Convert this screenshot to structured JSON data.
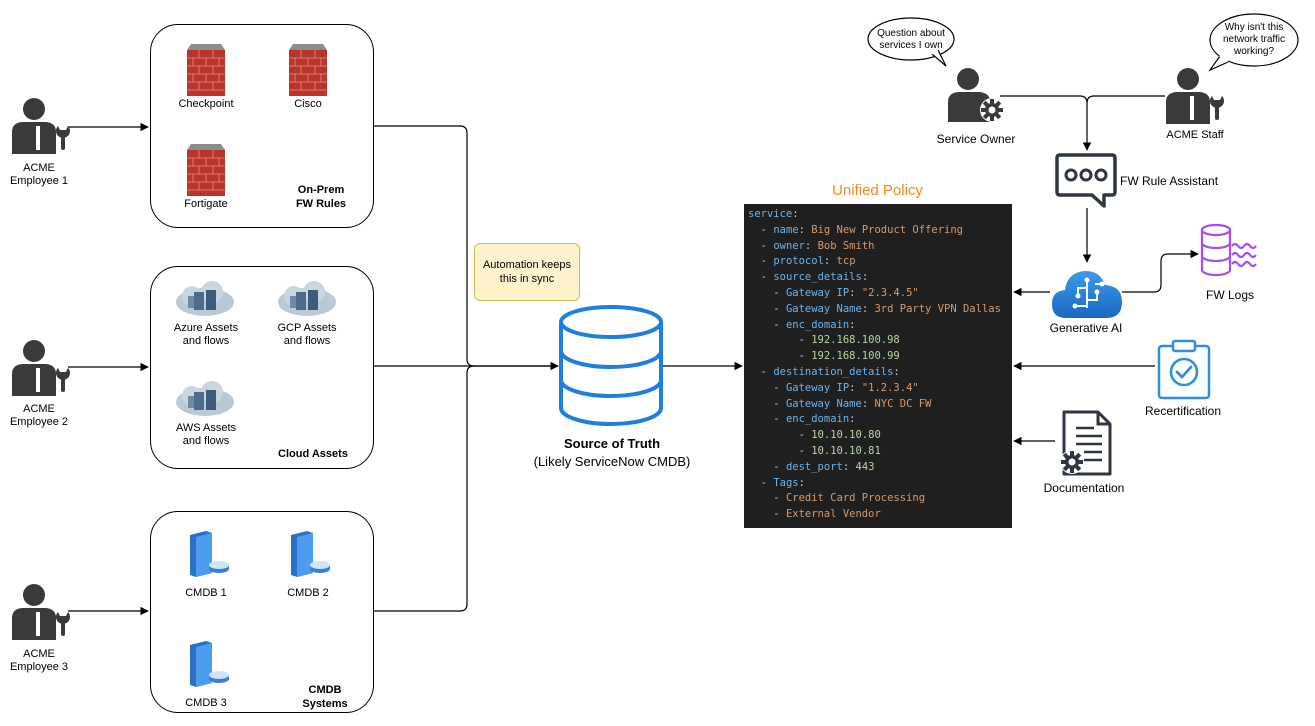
{
  "employees": [
    {
      "name_line1": "ACME",
      "name_line2": "Employee 1"
    },
    {
      "name_line1": "ACME",
      "name_line2": "Employee 2"
    },
    {
      "name_line1": "ACME",
      "name_line2": "Employee 3"
    }
  ],
  "onprem": {
    "title_line1": "On-Prem",
    "title_line2": "FW Rules",
    "items": [
      "Checkpoint",
      "Cisco",
      "Fortigate"
    ]
  },
  "cloud": {
    "title": "Cloud Assets",
    "items": [
      {
        "line1": "Azure Assets",
        "line2": "and flows"
      },
      {
        "line1": "GCP Assets",
        "line2": "and flows"
      },
      {
        "line1": "AWS Assets",
        "line2": "and flows"
      }
    ]
  },
  "cmdb": {
    "title_line1": "CMDB",
    "title_line2": "Systems",
    "items": [
      "CMDB 1",
      "CMDB 2",
      "CMDB 3"
    ]
  },
  "note": {
    "line1": "Automation keeps",
    "line2": "this in sync"
  },
  "source_of_truth": {
    "title": "Source of Truth",
    "subtitle": "(Likely ServiceNow CMDB)"
  },
  "policy": {
    "title": "Unified Policy",
    "lines": [
      {
        "key": "service",
        "sep": ":"
      },
      {
        "indent": "  ",
        "dash": "- ",
        "key": "name",
        "sep": ": ",
        "val": "Big New Product Offering",
        "vtype": "s"
      },
      {
        "indent": "  ",
        "dash": "- ",
        "key": "owner",
        "sep": ": ",
        "val": "Bob Smith",
        "vtype": "s"
      },
      {
        "indent": "  ",
        "dash": "- ",
        "key": "protocol",
        "sep": ": ",
        "val": "tcp",
        "vtype": "s"
      },
      {
        "indent": "  ",
        "dash": "- ",
        "key": "source_details",
        "sep": ":"
      },
      {
        "indent": "    ",
        "dash": "- ",
        "key": "Gateway IP",
        "sep": ": ",
        "val": "\"2.3.4.5\"",
        "vtype": "s"
      },
      {
        "indent": "    ",
        "dash": "- ",
        "key": "Gateway Name",
        "sep": ": ",
        "val": "3rd Party VPN Dallas",
        "vtype": "s"
      },
      {
        "indent": "    ",
        "dash": "- ",
        "key": "enc_domain",
        "sep": ":"
      },
      {
        "indent": "        ",
        "dash": "- ",
        "val": "192.168.100.98",
        "vtype": "n"
      },
      {
        "indent": "        ",
        "dash": "- ",
        "val": "192.168.100.99",
        "vtype": "n"
      },
      {
        "indent": "  ",
        "dash": "- ",
        "key": "destination_details",
        "sep": ":"
      },
      {
        "indent": "    ",
        "dash": "- ",
        "key": "Gateway IP",
        "sep": ": ",
        "val": "\"1.2.3.4\"",
        "vtype": "s"
      },
      {
        "indent": "    ",
        "dash": "- ",
        "key": "Gateway Name",
        "sep": ": ",
        "val": "NYC DC FW",
        "vtype": "s"
      },
      {
        "indent": "    ",
        "dash": "- ",
        "key": "enc_domain",
        "sep": ":"
      },
      {
        "indent": "        ",
        "dash": "- ",
        "val": "10.10.10.80",
        "vtype": "n"
      },
      {
        "indent": "        ",
        "dash": "- ",
        "val": "10.10.10.81",
        "vtype": "n"
      },
      {
        "indent": "    ",
        "dash": "- ",
        "key": "dest_port",
        "sep": ": ",
        "val": "443",
        "vtype": "n"
      },
      {
        "indent": "  ",
        "dash": "- ",
        "key": "Tags",
        "sep": ":"
      },
      {
        "indent": "    ",
        "dash": "- ",
        "val": "Credit Card Processing",
        "vtype": "s"
      },
      {
        "indent": "    ",
        "dash": "- ",
        "val": "External Vendor",
        "vtype": "s"
      }
    ]
  },
  "right": {
    "service_owner": "Service Owner",
    "acme_staff": "ACME Staff",
    "bubble_owner": {
      "line1": "Question about",
      "line2": "services I own"
    },
    "bubble_staff": {
      "line1": "Why isn't this",
      "line2": "network traffic",
      "line3": "working?"
    },
    "fw_rule_assistant": "FW Rule Assistant",
    "generative_ai": "Generative AI",
    "fw_logs": "FW Logs",
    "recertification": "Recertification",
    "documentation": "Documentation"
  },
  "colors": {
    "firewall_brick": "#b8342c",
    "policy_title": "#f08a1a",
    "ai_blue": "#2c83d4",
    "logs_purple": "#a54df0",
    "recert_blue": "#2b8fe0",
    "db_blue": "#1f7fdc",
    "note_fill": "#fff2cc"
  },
  "icons": [
    "person-wrench-icon",
    "firewall-icon",
    "cloud-server-icon",
    "cmdb-server-icon",
    "database-icon",
    "person-gear-icon",
    "chat-bubble-icon",
    "ai-cloud-icon",
    "logs-db-icon",
    "clipboard-check-icon",
    "document-gear-icon"
  ]
}
